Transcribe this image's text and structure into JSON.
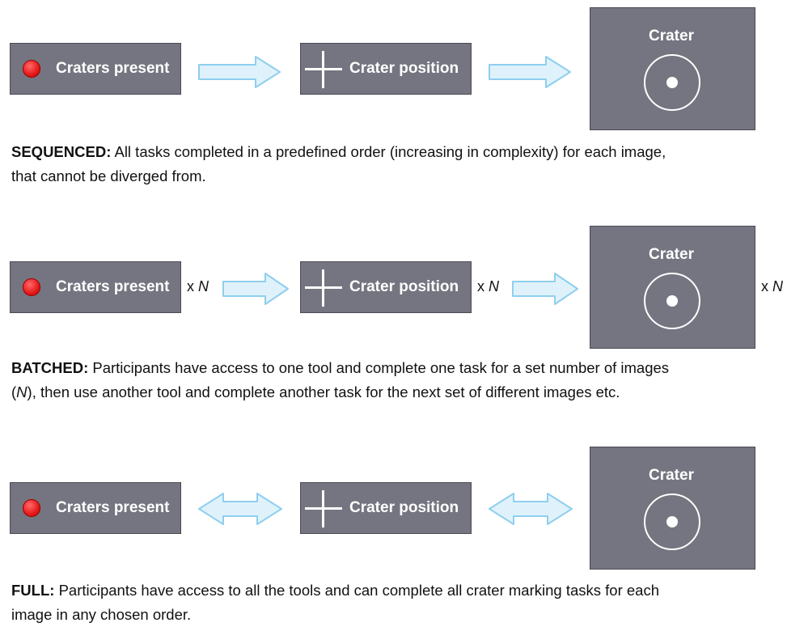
{
  "labels": {
    "craters_present": "Craters present",
    "crater_position": "Crater position",
    "crater": "Crater",
    "times_n_prefix": "x ",
    "times_n_var": "N"
  },
  "rows": [
    {
      "name": "sequenced",
      "title": "SEQUENCED:",
      "line1": " All tasks completed in a predefined order (increasing in complexity)  for each image,",
      "line2": "that cannot be diverged from."
    },
    {
      "name": "batched",
      "title": "BATCHED:",
      "line1": " Participants have access to one tool and complete  one task for a set number of images",
      "line2_prefix": "(",
      "line2_var": "N",
      "line2_rest": "), then use another tool and complete another task for the next set of different images etc."
    },
    {
      "name": "full",
      "title": "FULL:",
      "line1": " Participants have access to all the tools and can complete all crater marking tasks for each",
      "line2": "image in any chosen order."
    }
  ],
  "colors": {
    "panel": "#747580",
    "arrow_fill": "#dff2fb",
    "arrow_stroke": "#8fcfee",
    "dot": "#e61a1a"
  }
}
